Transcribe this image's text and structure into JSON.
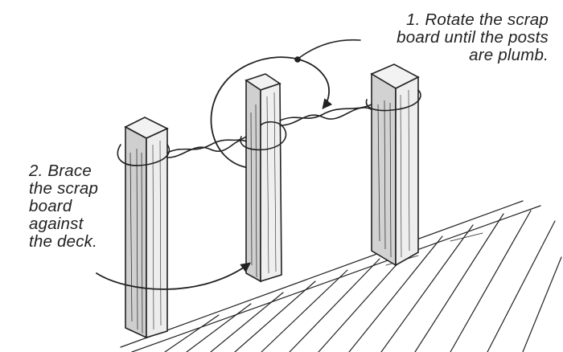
{
  "annotations": {
    "step1": {
      "lines": [
        "1. Rotate the scrap",
        "board until the posts",
        "are plumb."
      ]
    },
    "step2": {
      "lines": [
        "2. Brace",
        "the scrap",
        "board",
        "against",
        "the deck."
      ]
    }
  },
  "colors": {
    "ink": "#222222",
    "paper": "#ffffff",
    "wood_shade": "#c9c9c9",
    "wood_light": "#efefef"
  },
  "icons": {
    "rotation_arrow": "curved-arrow-icon",
    "brace_arrow": "curved-arrow-icon"
  }
}
